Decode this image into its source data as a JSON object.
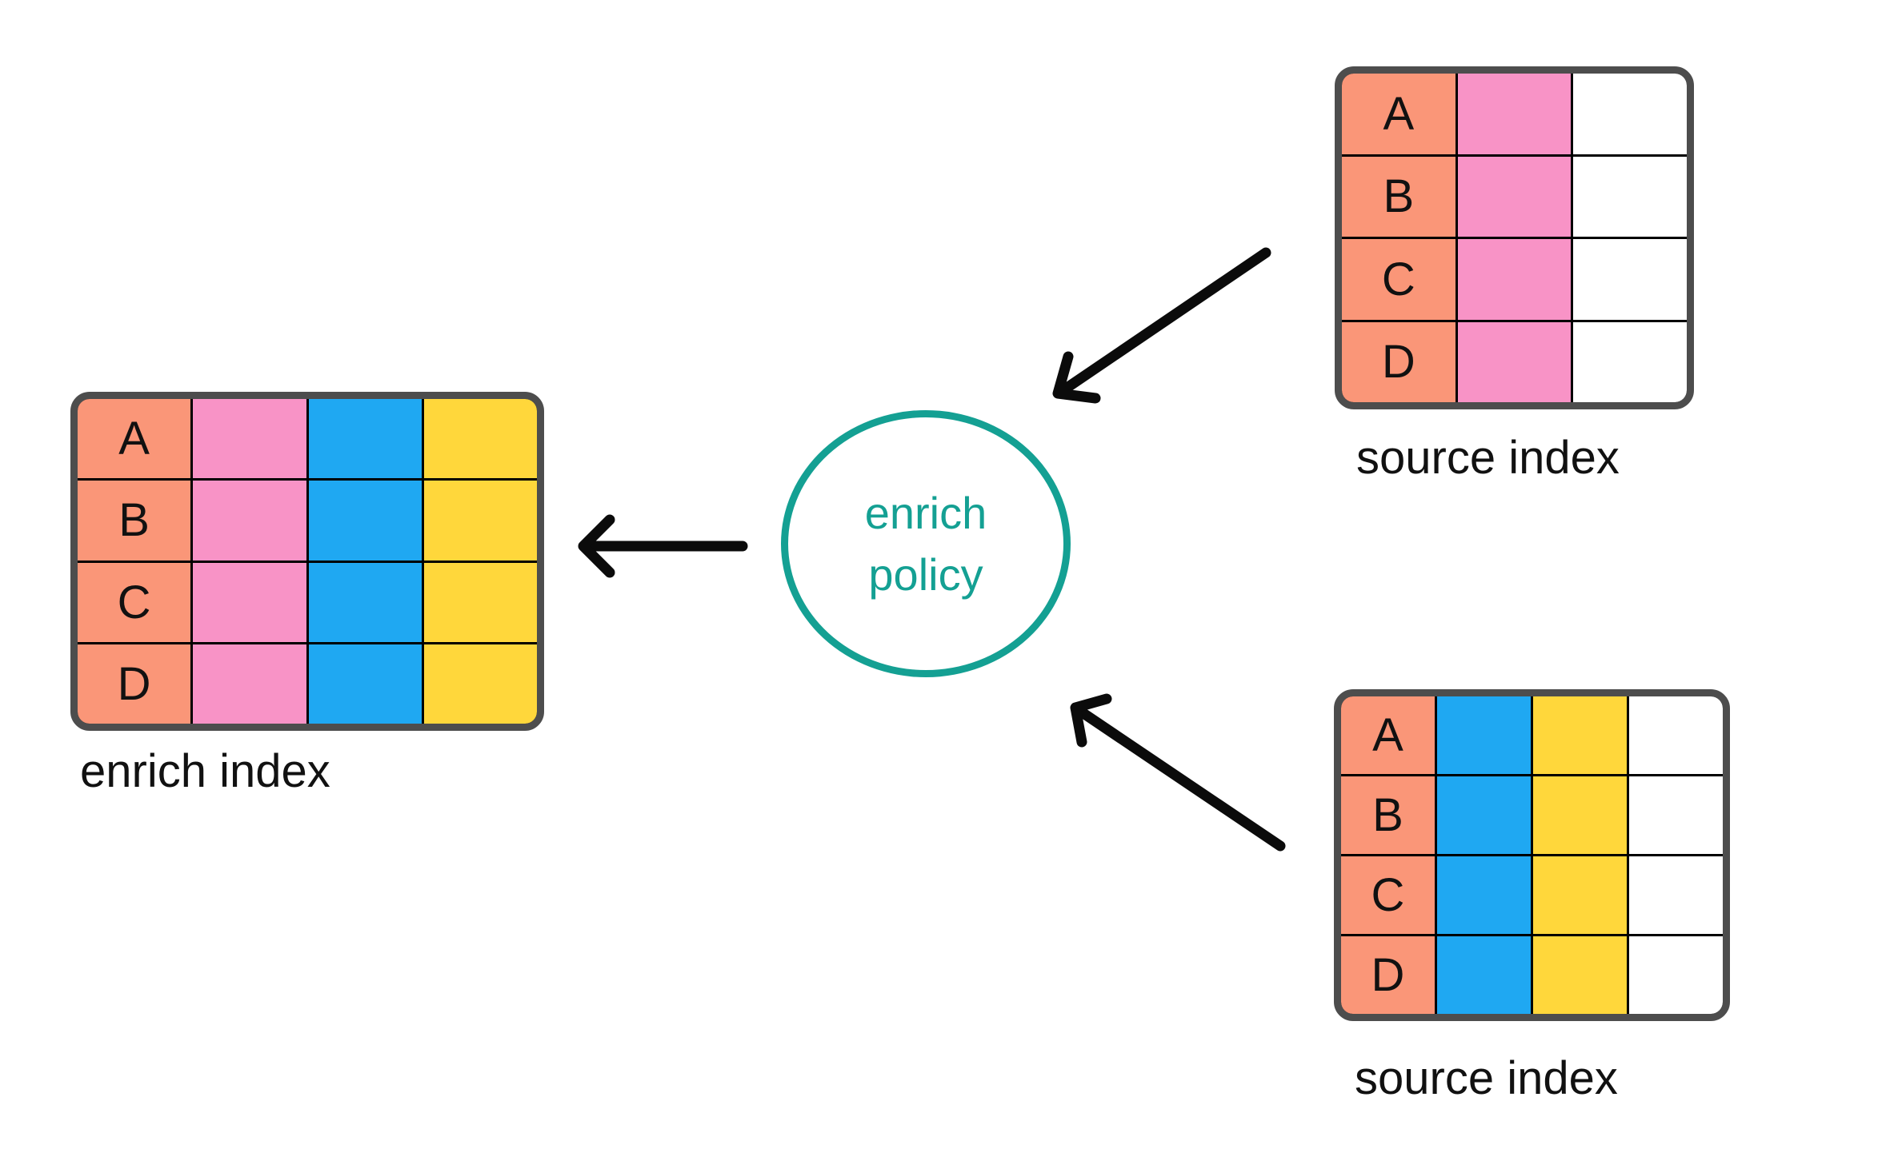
{
  "diagram": {
    "type": "flow-diagram",
    "policy": {
      "lines": [
        "enrich",
        "policy"
      ]
    },
    "tables": [
      {
        "id": "enrich-index",
        "label": "enrich index",
        "row_keys": [
          "A",
          "B",
          "C",
          "D"
        ],
        "columns": [
          "salmon",
          "pink",
          "blue",
          "yellow"
        ]
      },
      {
        "id": "source-index-top",
        "label": "source index",
        "row_keys": [
          "A",
          "B",
          "C",
          "D"
        ],
        "columns": [
          "salmon",
          "pink",
          "white"
        ]
      },
      {
        "id": "source-index-bottom",
        "label": "source index",
        "row_keys": [
          "A",
          "B",
          "C",
          "D"
        ],
        "columns": [
          "salmon",
          "blue",
          "yellow",
          "white"
        ]
      }
    ],
    "arrows": [
      {
        "from": "source-index-top",
        "to": "enrich-policy"
      },
      {
        "from": "source-index-bottom",
        "to": "enrich-policy"
      },
      {
        "from": "enrich-policy",
        "to": "enrich-index"
      }
    ],
    "colors": {
      "salmon": "#FA9678",
      "pink": "#F893C6",
      "blue": "#1FA8F2",
      "yellow": "#FFD73B",
      "white": "#FFFFFF",
      "teal": "#14A093",
      "frame": "#4D4D4D",
      "line": "#000000",
      "arrow": "#0B0B0B",
      "text": "#111111"
    }
  }
}
